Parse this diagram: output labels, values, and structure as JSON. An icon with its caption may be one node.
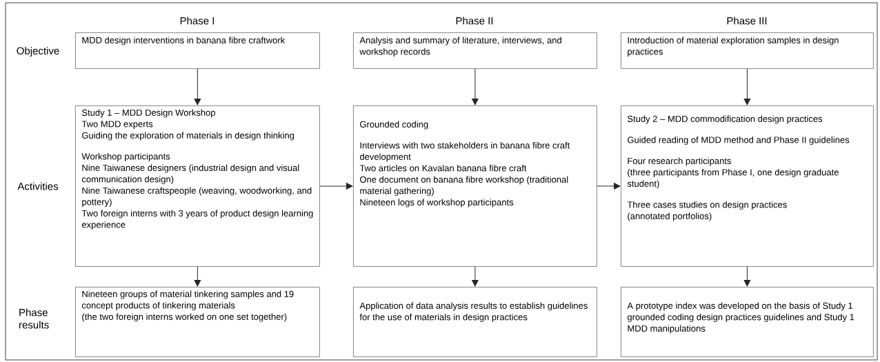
{
  "diagram": {
    "nodes": [
      {
        "text": [
          "MDD design interventions in banana fibre craftwork"
        ]
      },
      {
        "text": [
          "Analysis and summary of literature, interviews, and workshop records"
        ]
      },
      {
        "text": [
          "Introduction of material exploration samples in design practices"
        ]
      },
      {
        "text": [
          "Study 1 – MDD Design Workshop",
          "Two MDD experts",
          "Guiding the exploration of materials in design thinking",
          "Workshop participants",
          "Nine Taiwanese designers (industrial design and visual communication design)",
          "Nine Taiwanese craftspeople (weaving, woodworking, and pottery)",
          "Two foreign interns with 3 years of product design learning experience"
        ]
      },
      {
        "text": [
          "Grounded coding",
          "Interviews with two stakeholders in banana fibre craft development",
          "Two articles on Kavalan banana fibre craft",
          "One document on banana fibre workshop (traditional material gathering)",
          "Nineteen logs of workshop participants"
        ]
      },
      {
        "text": [
          "Study 2 – MDD commodification design practices",
          "Guided reading of MDD method and Phase II guidelines",
          "Four research participants",
          "(three participants from Phase I, one design graduate student)",
          "Three cases studies on design practices",
          "(annotated portfolios)"
        ]
      },
      {
        "text": [
          "Nineteen groups of material tinkering samples and 19 concept products of tinkering materials",
          "(the two foreign interns worked on one set together)"
        ]
      },
      {
        "text": [
          "Application of data analysis results to establish guidelines for the use of materials in design practices"
        ]
      },
      {
        "text": [
          "A prototype index was developed on the basis of Study 1 grounded coding design practices guidelines and Study 1 MDD manipulations"
        ]
      }
    ],
    "edges": [
      {
        "from": 0,
        "to": 3,
        "arrow": "to"
      },
      {
        "from": 1,
        "to": 4,
        "arrow": "to"
      },
      {
        "from": 2,
        "to": 5,
        "arrow": "to"
      },
      {
        "from": 3,
        "to": 4,
        "arrow": "to"
      },
      {
        "from": 4,
        "to": 5,
        "arrow": "to"
      },
      {
        "from": 3,
        "to": 6,
        "arrow": "to"
      },
      {
        "from": 4,
        "to": 7,
        "arrow": "to"
      },
      {
        "from": 5,
        "to": 8,
        "arrow": "to"
      }
    ],
    "labels": [
      "Phase I",
      "Phase II",
      "Phase III",
      "Objective",
      "Activities",
      "Phase results"
    ]
  }
}
